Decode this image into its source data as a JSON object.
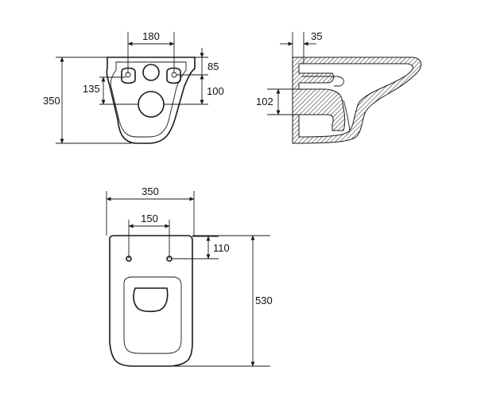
{
  "front_view": {
    "width_label": "180",
    "top_offset_label": "85",
    "height_label": "350",
    "inlet_offset_label": "135",
    "outlet_offset_label": "100"
  },
  "side_view": {
    "depth_label": "35",
    "outlet_height_label": "102"
  },
  "top_view": {
    "width_label": "350",
    "hole_spacing_label": "150",
    "hole_offset_label": "110",
    "length_label": "530"
  }
}
